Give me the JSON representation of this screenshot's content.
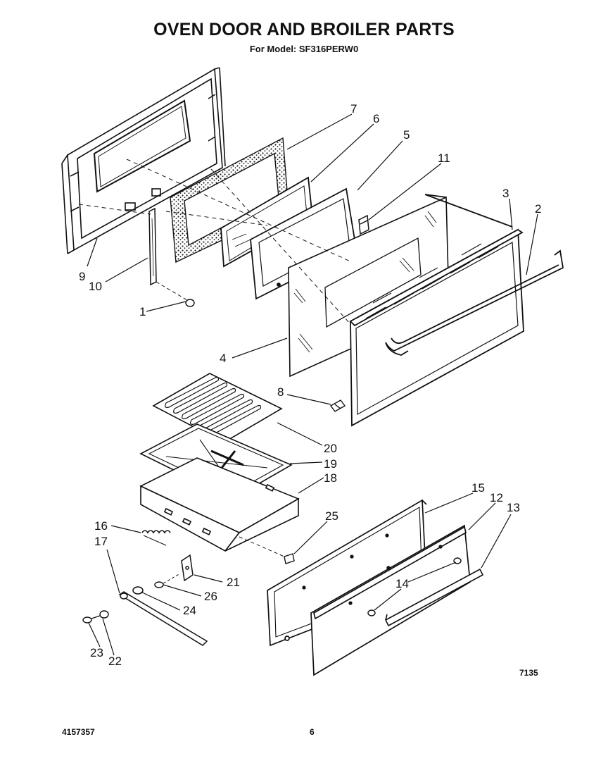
{
  "header": {
    "title": "OVEN DOOR AND BROILER PARTS",
    "subtitle": "For Model: SF316PERW0"
  },
  "callouts": [
    "1",
    "2",
    "3",
    "4",
    "5",
    "6",
    "7",
    "8",
    "9",
    "10",
    "11",
    "12",
    "13",
    "14",
    "15",
    "16",
    "17",
    "18",
    "19",
    "20",
    "21",
    "22",
    "23",
    "24",
    "25",
    "26"
  ],
  "footer": {
    "drawing_number": "7135",
    "part_doc_number": "4157357",
    "page_number": "6"
  }
}
